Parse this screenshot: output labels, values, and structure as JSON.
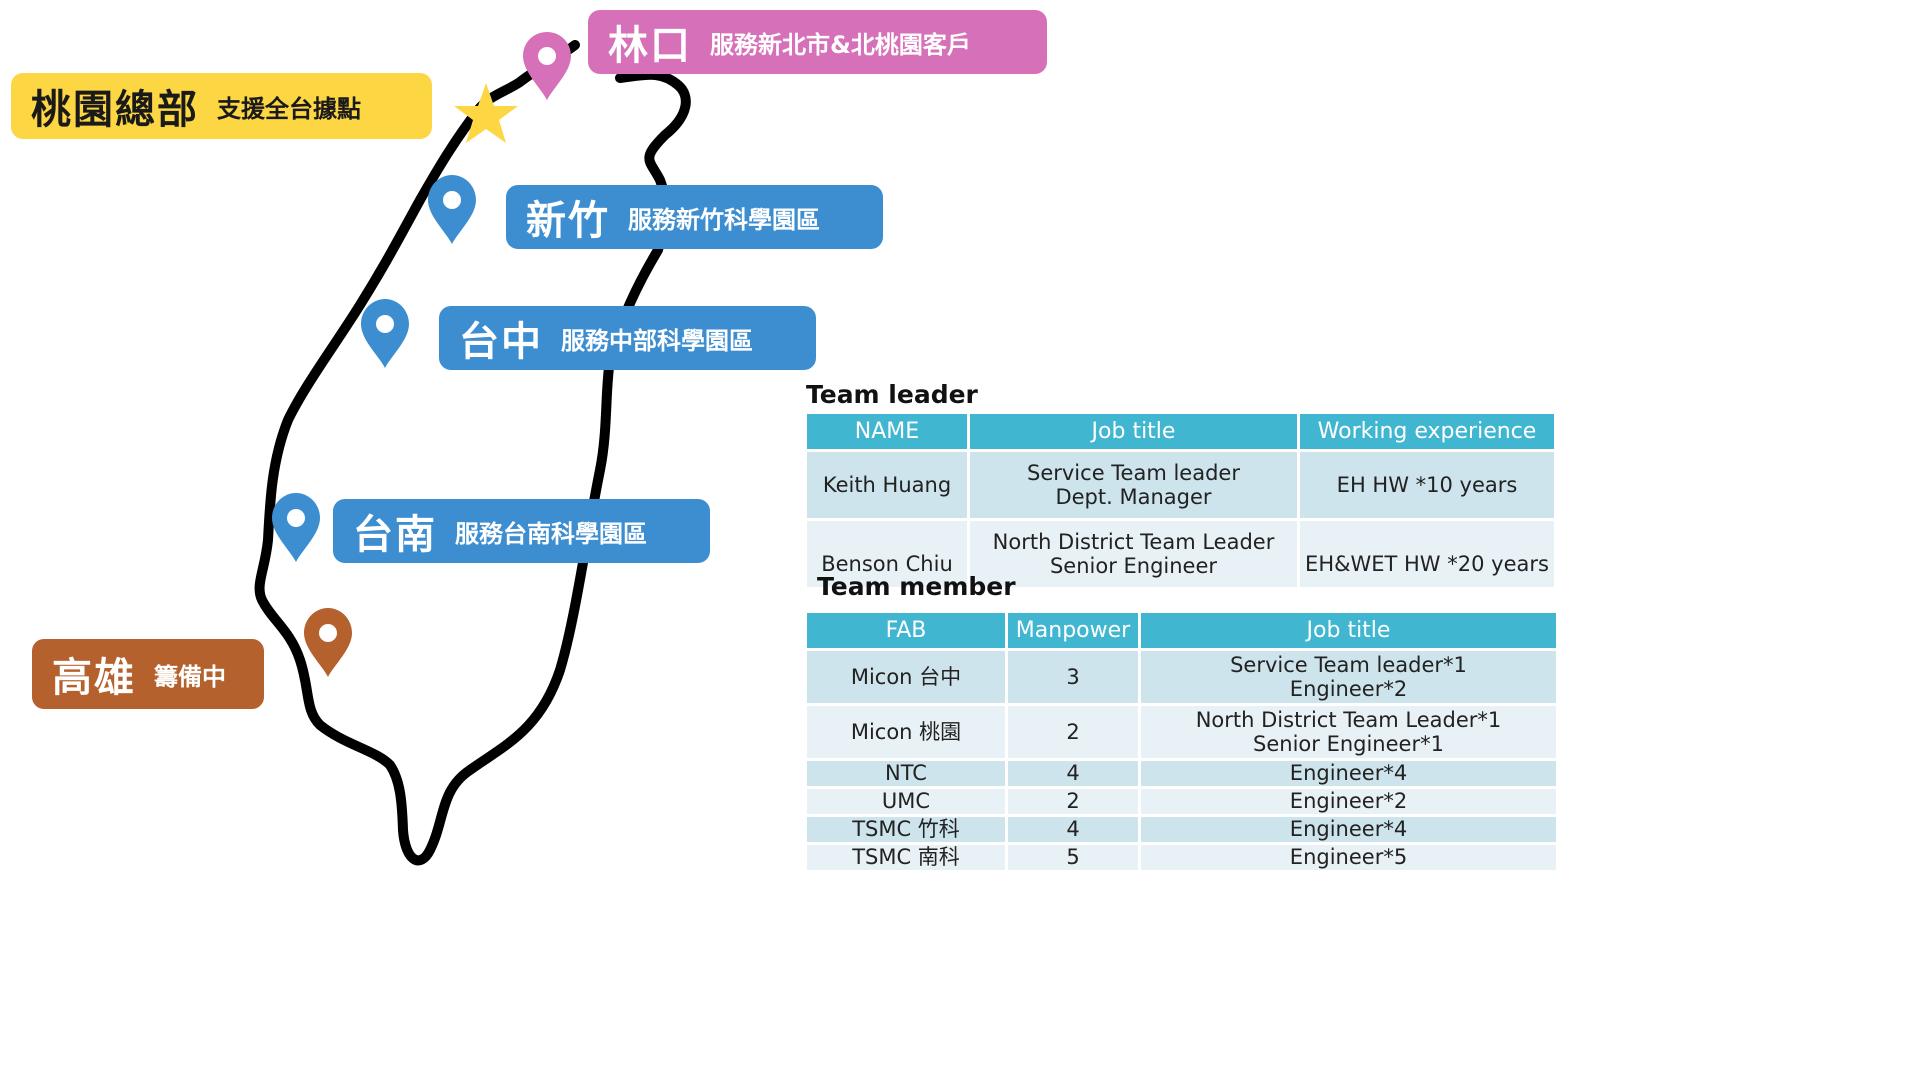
{
  "locations": {
    "linkou": {
      "name": "林口",
      "desc": "服務新北市&北桃園客戶",
      "color": "#d670b8"
    },
    "taoyuan": {
      "name": "桃園總部",
      "desc": "支援全台據點",
      "color": "#fcd643"
    },
    "hsinchu": {
      "name": "新竹",
      "desc": "服務新竹科學園區",
      "color": "#3d8ed0"
    },
    "taichung": {
      "name": "台中",
      "desc": "服務中部科學園區",
      "color": "#3d8ed0"
    },
    "tainan": {
      "name": "台南",
      "desc": "服務台南科學園區",
      "color": "#3d8ed0"
    },
    "kaohsiung": {
      "name": "高雄",
      "desc": "籌備中",
      "color": "#b4612d"
    }
  },
  "icons": {
    "pin": "map-pin-icon",
    "star": "star-icon"
  },
  "team_leader": {
    "title": "Team  leader",
    "headers": [
      "NAME",
      "Job title",
      "Working experience"
    ],
    "rows": [
      [
        "Keith Huang",
        "Service Team leader\nDept. Manager",
        "EH HW *10 years"
      ],
      [
        "Benson Chiu",
        "North District Team Leader\nSenior Engineer",
        "EH&WET HW *20 years"
      ]
    ]
  },
  "team_member": {
    "title": "Team member",
    "headers": [
      "FAB",
      "Manpower",
      "Job title"
    ],
    "rows": [
      [
        "Micon 台中",
        "3",
        "Service Team leader*1\nEngineer*2"
      ],
      [
        "Micon 桃園",
        "2",
        "North District Team Leader*1\nSenior Engineer*1"
      ],
      [
        "NTC",
        "4",
        "Engineer*4"
      ],
      [
        "UMC",
        "2",
        "Engineer*2"
      ],
      [
        "TSMC 竹科",
        "4",
        "Engineer*4"
      ],
      [
        "TSMC 南科",
        "5",
        "Engineer*5"
      ]
    ]
  }
}
